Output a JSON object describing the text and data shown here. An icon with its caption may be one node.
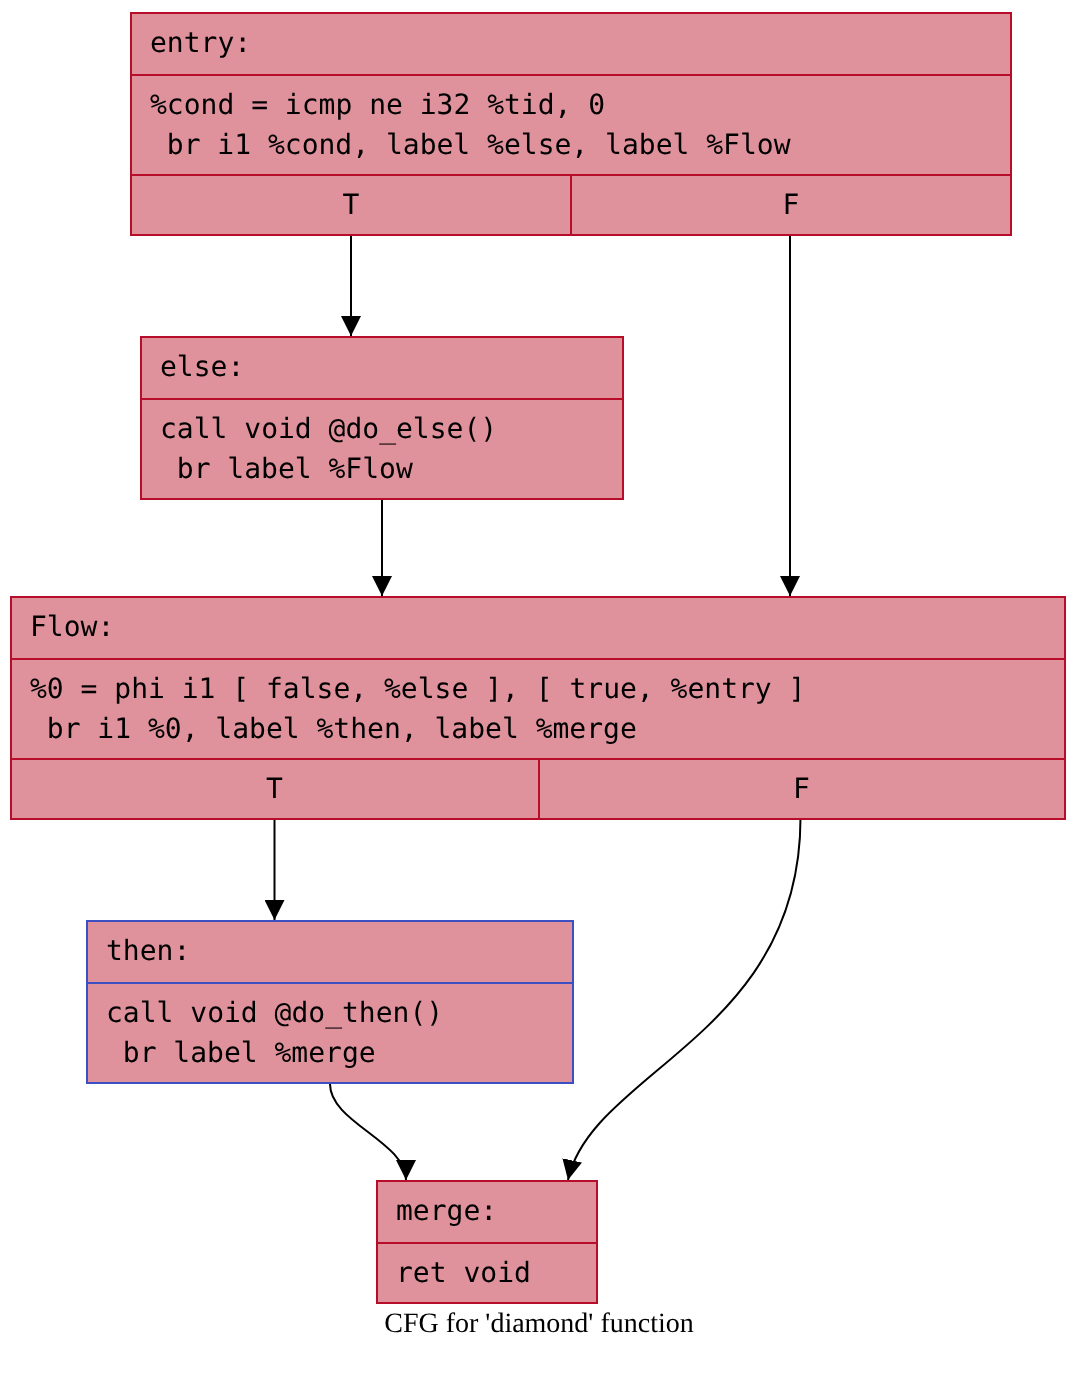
{
  "diagram": {
    "caption": "CFG for 'diamond' function",
    "nodes": [
      {
        "text": [
          "entry:",
          "%cond = icmp ne i32 %tid, 0",
          "br i1 %cond, label %else, label %Flow"
        ]
      },
      {
        "text": [
          "T"
        ],
        "in": 0
      },
      {
        "text": [
          "F"
        ],
        "in": 0
      },
      {
        "text": [
          "else:",
          "call void @do_else()",
          "br label %Flow"
        ]
      },
      {
        "text": [
          "Flow:",
          "%0 = phi i1 [ false, %else ], [ true, %entry ]",
          "br i1 %0, label %then, label %merge"
        ]
      },
      {
        "text": [
          "T"
        ],
        "in": 4
      },
      {
        "text": [
          "F"
        ],
        "in": 4
      },
      {
        "text": [
          "then:",
          "call void @do_then()",
          "br label %merge"
        ]
      },
      {
        "text": [
          "merge:",
          "ret void"
        ]
      }
    ],
    "edges": [
      {
        "from": 1,
        "to": 3,
        "arrow": "to"
      },
      {
        "from": 2,
        "to": 4,
        "arrow": "to"
      },
      {
        "from": 3,
        "to": 4,
        "arrow": "to"
      },
      {
        "from": 5,
        "to": 7,
        "arrow": "to"
      },
      {
        "from": 6,
        "to": 8,
        "arrow": "to"
      },
      {
        "from": 7,
        "to": 8,
        "arrow": "to"
      }
    ]
  }
}
